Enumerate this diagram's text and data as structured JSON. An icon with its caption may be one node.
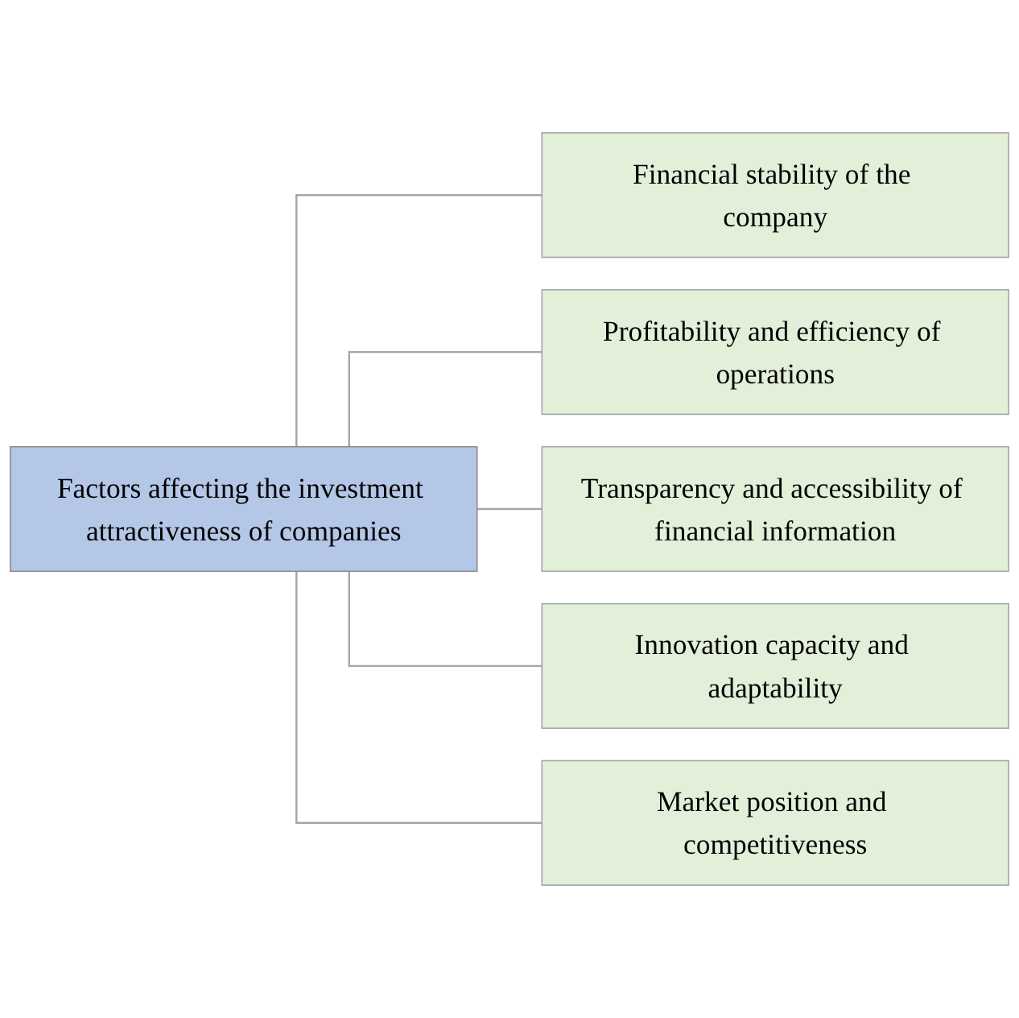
{
  "diagram": {
    "nodes": [
      {
        "text": [
          "Factors affecting the investment attractiveness of companies"
        ]
      },
      {
        "text": [
          "Financial stability of the company"
        ]
      },
      {
        "text": [
          "Profitability and efficiency of operations"
        ]
      },
      {
        "text": [
          "Transparency and accessibility of financial information"
        ]
      },
      {
        "text": [
          "Innovation capacity and adaptability"
        ]
      },
      {
        "text": [
          "Market position and competitiveness"
        ]
      }
    ],
    "edges": [
      {
        "from": 0,
        "to": 1,
        "arrow": "none"
      },
      {
        "from": 0,
        "to": 2,
        "arrow": "none"
      },
      {
        "from": 0,
        "to": 3,
        "arrow": "none"
      },
      {
        "from": 0,
        "to": 4,
        "arrow": "none"
      },
      {
        "from": 0,
        "to": 5,
        "arrow": "none"
      }
    ]
  }
}
